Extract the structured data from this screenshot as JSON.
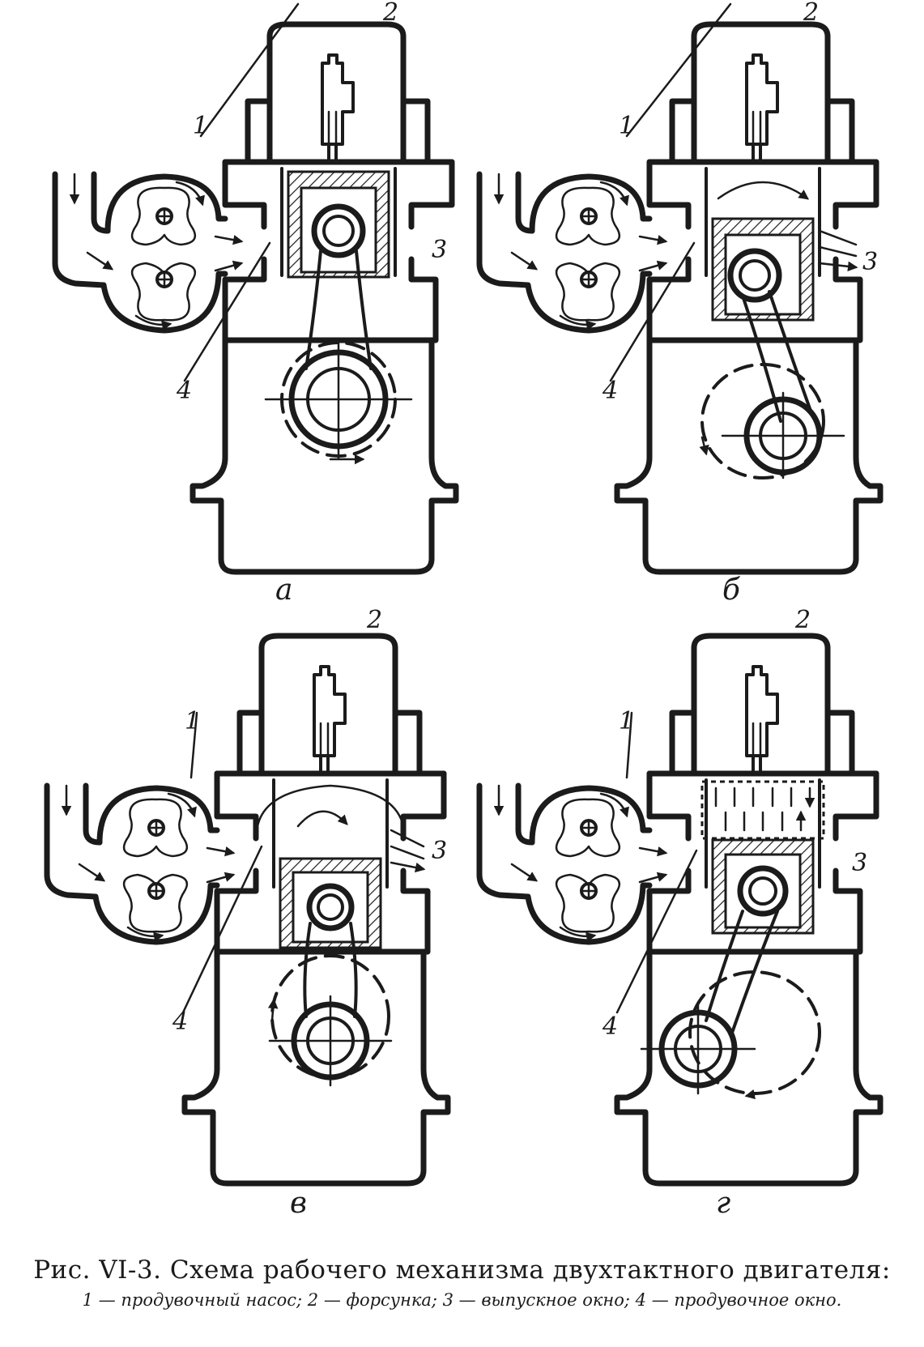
{
  "panels": [
    {
      "id": "a",
      "label": "а"
    },
    {
      "id": "b",
      "label": "б"
    },
    {
      "id": "c",
      "label": "в"
    },
    {
      "id": "d",
      "label": "г"
    }
  ],
  "callouts": {
    "pump": "1",
    "injector": "2",
    "exhaust_port": "3",
    "scavenge_port": "4"
  },
  "caption": {
    "title": "Рис. VI-3. Схема рабочего механизма двухтактного двигателя:",
    "legend": "1 — продувочный насос; 2 — форсунка; 3 — выпускное окно; 4 — продувочное окно."
  }
}
